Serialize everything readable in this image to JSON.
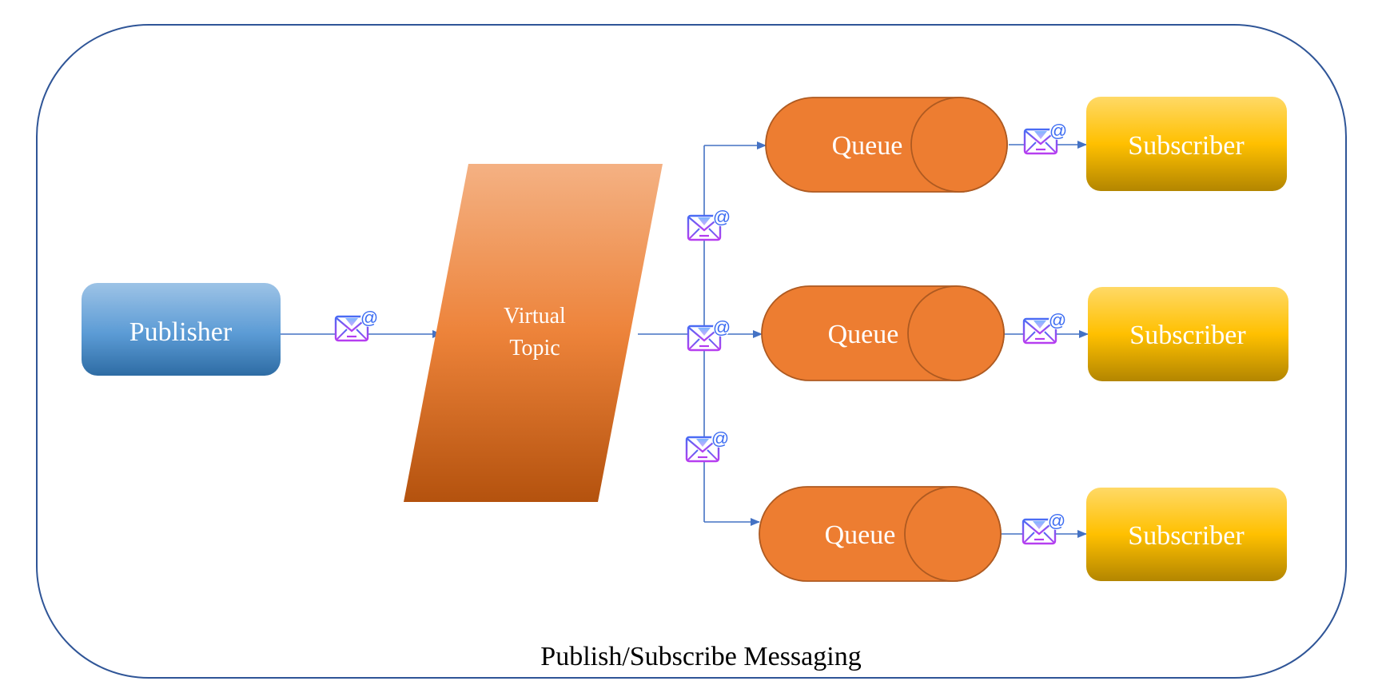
{
  "diagram": {
    "title": "Publish/Subscribe Messaging",
    "publisher": {
      "label": "Publisher"
    },
    "topic": {
      "label_line1": "Virtual",
      "label_line2": "Topic"
    },
    "queues": [
      {
        "label": "Queue"
      },
      {
        "label": "Queue"
      },
      {
        "label": "Queue"
      }
    ],
    "subscribers": [
      {
        "label": "Subscriber"
      },
      {
        "label": "Subscriber"
      },
      {
        "label": "Subscriber"
      }
    ],
    "message_icon": "email-at-icon",
    "colors": {
      "border": "#2f5597",
      "connector": "#4472c4",
      "publisher_top": "#9dc3e6",
      "publisher_bottom": "#2e6ca4",
      "topic_top": "#f4b183",
      "topic_mid": "#ed7d31",
      "topic_bottom": "#b4520e",
      "queue_fill": "#ed7d31",
      "queue_stroke": "#ae5a21",
      "subscriber_top": "#ffd966",
      "subscriber_mid": "#ffc000",
      "subscriber_bottom": "#b38600",
      "icon_blue": "#3d6df2",
      "icon_purple": "#b23cf0"
    }
  }
}
